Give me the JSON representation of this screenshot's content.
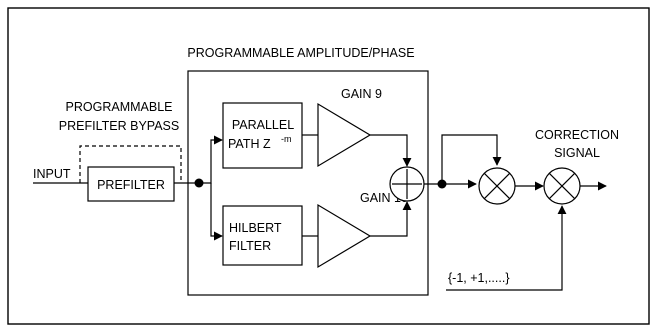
{
  "labels": {
    "title": "PROGRAMMABLE AMPLITUDE/PHASE",
    "bypass_line1": "PROGRAMMABLE",
    "bypass_line2": "PREFILTER BYPASS",
    "input": "INPUT",
    "prefilter": "PREFILTER",
    "parallel_line1": "PARALLEL",
    "parallel_line2": "PATH Z",
    "parallel_exp": "-m",
    "hilbert_line1": "HILBERT",
    "hilbert_line2": "FILTER",
    "gain9": "GAIN 9",
    "gain10": "GAIN 10",
    "correction_line1": "CORRECTION",
    "correction_line2": "SIGNAL",
    "sign_set": "{-1, +1,.....}"
  }
}
